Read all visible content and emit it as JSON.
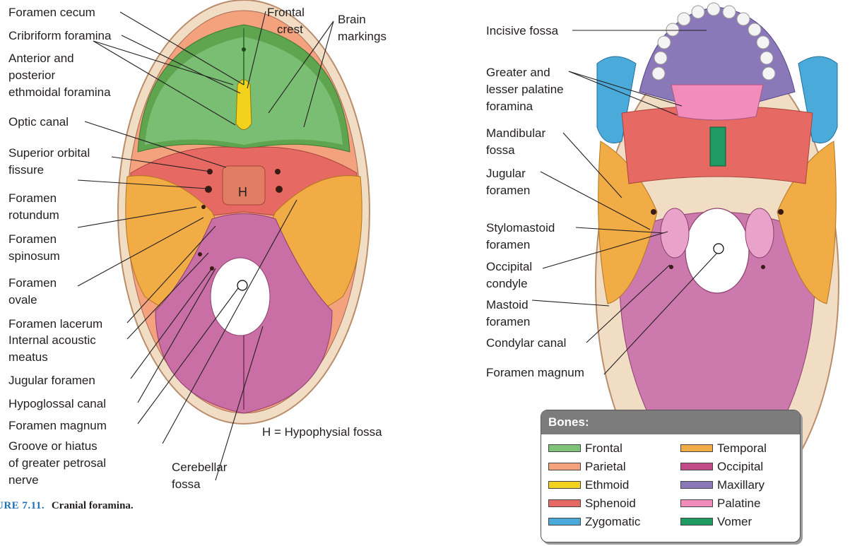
{
  "left_labels": {
    "foramen_cecum": "Foramen cecum",
    "cribriform": "Cribriform foramina",
    "ethmoidal_1": "Anterior and",
    "ethmoidal_2": "posterior",
    "ethmoidal_3": "ethmoidal foramina",
    "optic_canal": "Optic canal",
    "sup_orbital_1": "Superior orbital",
    "sup_orbital_2": "fissure",
    "rotundum_1": "Foramen",
    "rotundum_2": "rotundum",
    "spinosum_1": "Foramen",
    "spinosum_2": "spinosum",
    "ovale_1": "Foramen",
    "ovale_2": "ovale",
    "lacerum": "Foramen lacerum",
    "acoustic_1": "Internal acoustic",
    "acoustic_2": "meatus",
    "jugular": "Jugular foramen",
    "hypoglossal": "Hypoglossal canal",
    "magnum": "Foramen magnum",
    "petrosal_1": "Groove or hiatus",
    "petrosal_2": "of greater petrosal",
    "petrosal_3": "nerve",
    "frontal_crest_1": "Frontal",
    "frontal_crest_2": "crest",
    "brain_1": "Brain",
    "brain_2": "markings",
    "h_marker": "H",
    "h_note": "H = Hypophysial fossa",
    "cerebellar_1": "Cerebellar",
    "cerebellar_2": "fossa"
  },
  "right_labels": {
    "incisive": "Incisive fossa",
    "palatine_1": "Greater and",
    "palatine_2": "lesser palatine",
    "palatine_3": "foramina",
    "mandibular_1": "Mandibular",
    "mandibular_2": "fossa",
    "jugular_1": "Jugular",
    "jugular_2": "foramen",
    "stylo_1": "Stylomastoid",
    "stylo_2": "foramen",
    "condyle_1": "Occipital",
    "condyle_2": "condyle",
    "mastoid_1": "Mastoid",
    "mastoid_2": "foramen",
    "condylar": "Condylar canal",
    "magnum": "Foramen magnum"
  },
  "caption": {
    "figure": "URE 7.11.",
    "text": "Cranial foramina."
  },
  "legend": {
    "title": "Bones:",
    "items": [
      {
        "label": "Frontal",
        "color": "#7fc37a"
      },
      {
        "label": "Parietal",
        "color": "#f4a27e"
      },
      {
        "label": "Ethmoid",
        "color": "#f2d21d"
      },
      {
        "label": "Sphenoid",
        "color": "#e66a63"
      },
      {
        "label": "Zygomatic",
        "color": "#4aaad9"
      },
      {
        "label": "Temporal",
        "color": "#f2ac45"
      },
      {
        "label": "Occipital",
        "color": "#c04b86"
      },
      {
        "label": "Maxillary",
        "color": "#8b78b8"
      },
      {
        "label": "Palatine",
        "color": "#f28dbb"
      },
      {
        "label": "Vomer",
        "color": "#1f9a62"
      }
    ]
  }
}
